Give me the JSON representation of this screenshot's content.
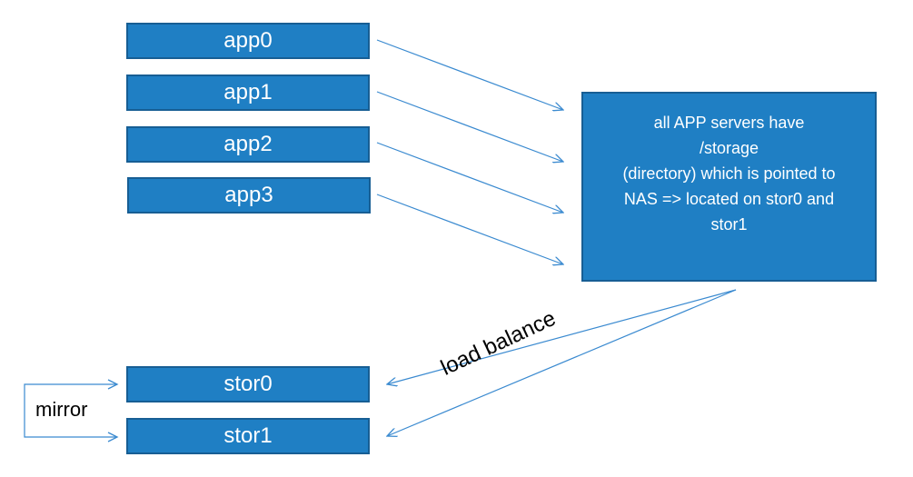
{
  "apps": [
    "app0",
    "app1",
    "app2",
    "app3"
  ],
  "nas_text": "all APP servers have\n/storage\n(directory) which is pointed to\nNAS => located on stor0 and\nstor1",
  "storage": [
    "stor0",
    "stor1"
  ],
  "labels": {
    "mirror": "mirror",
    "load_balance": "load balance"
  },
  "colors": {
    "box_fill": "#1f7fc4",
    "box_border": "#175e94",
    "arrow": "#3a8ad0",
    "mirror_line": "#3a8ad0"
  }
}
